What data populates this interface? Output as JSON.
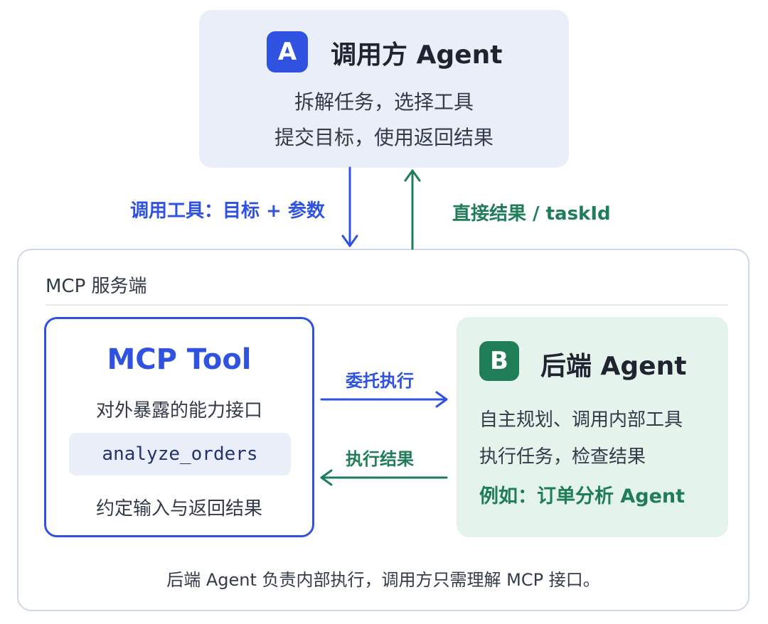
{
  "caller": {
    "badge": "A",
    "title": "调用方 Agent",
    "desc_1": "拆解任务，选择工具",
    "desc_2": "提交目标，使用返回结果"
  },
  "arrows": {
    "call_tool": "调用工具：目标 + 参数",
    "direct_result": "直接结果 / taskId",
    "delegate": "委托执行",
    "exec_result": "执行结果"
  },
  "service": {
    "label": "MCP 服务端",
    "tool": {
      "title": "MCP Tool",
      "desc": "对外暴露的能力接口",
      "code": "analyze_orders",
      "contract": "约定输入与返回结果"
    },
    "backend": {
      "badge": "B",
      "title": "后端 Agent",
      "desc_1": "自主规划、调用内部工具",
      "desc_2": "执行任务，检查结果",
      "example": "例如：订单分析 Agent"
    },
    "footer": "后端 Agent 负责内部执行，调用方只需理解 MCP 接口。"
  },
  "colors": {
    "blue": "#2f52e0",
    "green": "#1f7d57",
    "caller_bg": "#e9eef9",
    "backend_bg": "#e4f3ec"
  }
}
